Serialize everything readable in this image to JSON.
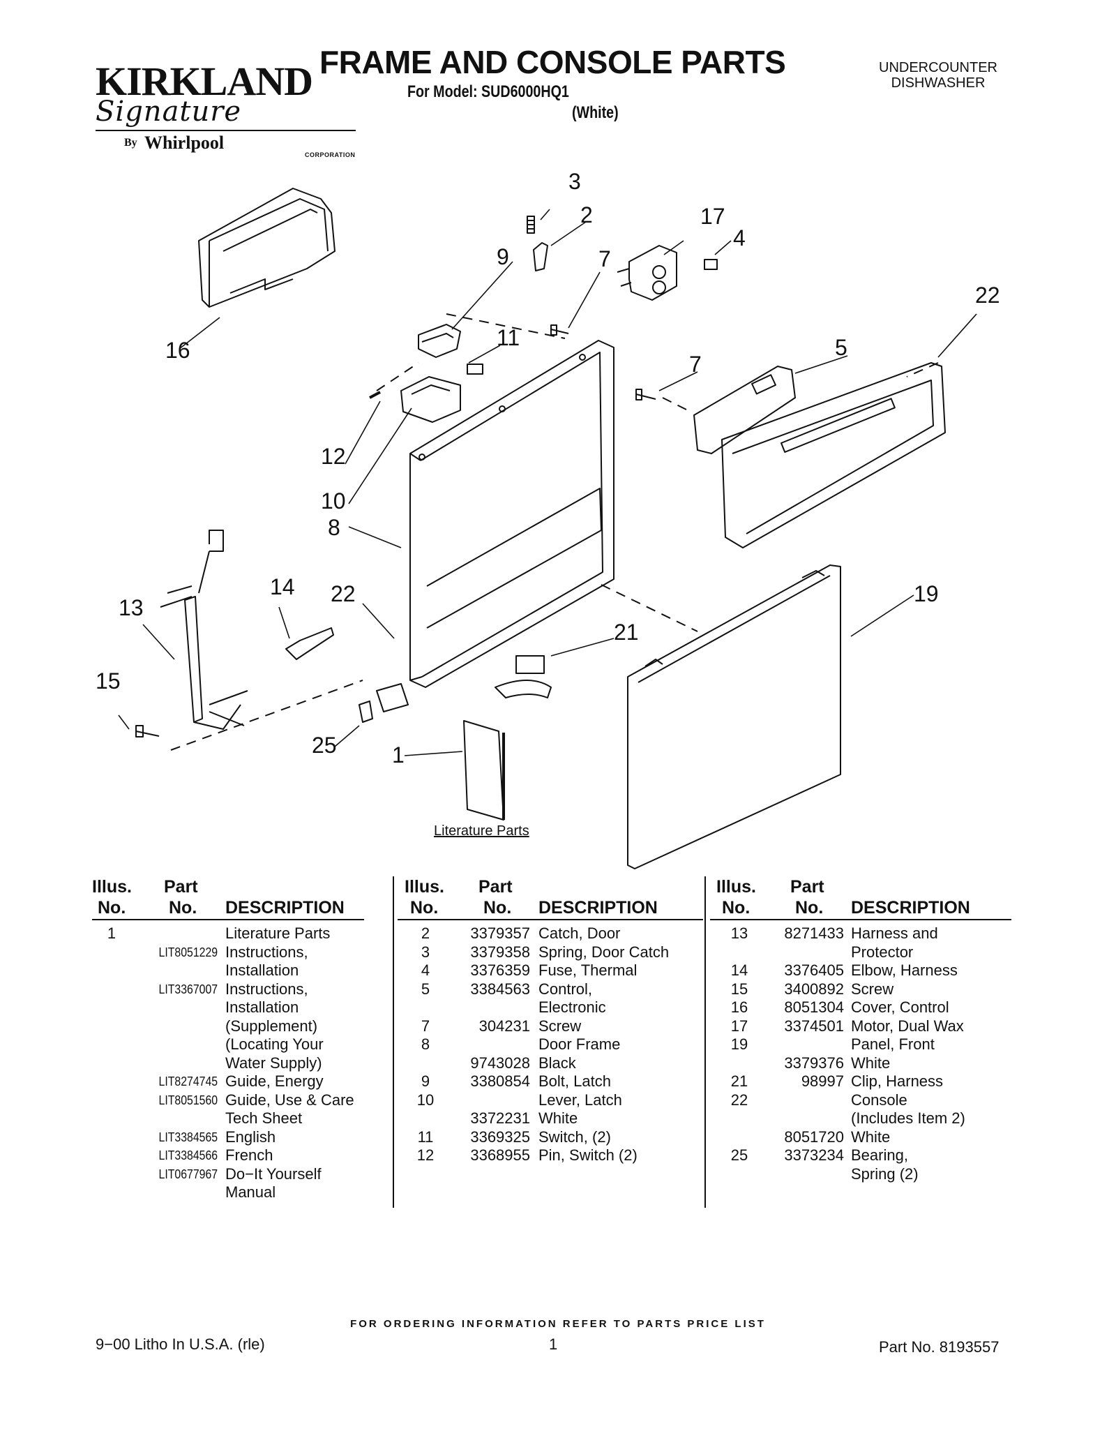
{
  "header": {
    "brand": "KIRKLAND",
    "brand_script": "Signature",
    "by": "By",
    "maker": "Whirlpool",
    "maker_suffix": "CORPORATION",
    "title": "FRAME AND CONSOLE PARTS",
    "model_line": "For Model: SUD6000HQ1",
    "color_line": "(White)",
    "product_line1": "UNDERCOUNTER",
    "product_line2": "DISHWASHER"
  },
  "diagram": {
    "callouts": [
      "3",
      "2",
      "17",
      "4",
      "9",
      "7",
      "22",
      "16",
      "11",
      "5",
      "7",
      "12",
      "10",
      "8",
      "14",
      "22",
      "13",
      "19",
      "21",
      "15",
      "25",
      "1"
    ],
    "literature_label": "Literature Parts"
  },
  "table": {
    "headers": {
      "illus_line1": "Illus.",
      "illus_line2": "No.",
      "part_line1": "Part",
      "part_line2": "No.",
      "description": "DESCRIPTION"
    },
    "columns": [
      [
        {
          "illus": "1",
          "part": "",
          "desc": "Literature Parts"
        },
        {
          "illus": "",
          "part": "LIT8051229",
          "desc": "Instructions,"
        },
        {
          "illus": "",
          "part": "",
          "desc": "Installation"
        },
        {
          "illus": "",
          "part": "LIT3367007",
          "desc": "Instructions,"
        },
        {
          "illus": "",
          "part": "",
          "desc": "Installation"
        },
        {
          "illus": "",
          "part": "",
          "desc": "(Supplement)"
        },
        {
          "illus": "",
          "part": "",
          "desc": "(Locating Your"
        },
        {
          "illus": "",
          "part": "",
          "desc": "Water Supply)"
        },
        {
          "illus": "",
          "part": "LIT8274745",
          "desc": "Guide, Energy"
        },
        {
          "illus": "",
          "part": "LIT8051560",
          "desc": "Guide, Use & Care"
        },
        {
          "illus": "",
          "part": "",
          "desc": "Tech Sheet"
        },
        {
          "illus": "",
          "part": "LIT3384565",
          "desc": "English"
        },
        {
          "illus": "",
          "part": "LIT3384566",
          "desc": "French"
        },
        {
          "illus": "",
          "part": "LIT0677967",
          "desc": "Do−It Yourself"
        },
        {
          "illus": "",
          "part": "",
          "desc": "Manual"
        }
      ],
      [
        {
          "illus": "2",
          "part": "3379357",
          "desc": "Catch, Door"
        },
        {
          "illus": "3",
          "part": "3379358",
          "desc": "Spring, Door Catch"
        },
        {
          "illus": "4",
          "part": "3376359",
          "desc": "Fuse, Thermal"
        },
        {
          "illus": "5",
          "part": "3384563",
          "desc": "Control,"
        },
        {
          "illus": "",
          "part": "",
          "desc": "Electronic"
        },
        {
          "illus": "7",
          "part": "304231",
          "desc": "Screw"
        },
        {
          "illus": "8",
          "part": "",
          "desc": "Door Frame"
        },
        {
          "illus": "",
          "part": "9743028",
          "desc": "Black"
        },
        {
          "illus": "9",
          "part": "3380854",
          "desc": "Bolt, Latch"
        },
        {
          "illus": "10",
          "part": "",
          "desc": "Lever, Latch"
        },
        {
          "illus": "",
          "part": "3372231",
          "desc": "White"
        },
        {
          "illus": "11",
          "part": "3369325",
          "desc": "Switch, (2)"
        },
        {
          "illus": "12",
          "part": "3368955",
          "desc": "Pin, Switch (2)"
        }
      ],
      [
        {
          "illus": "13",
          "part": "8271433",
          "desc": "Harness and"
        },
        {
          "illus": "",
          "part": "",
          "desc": "Protector"
        },
        {
          "illus": "14",
          "part": "3376405",
          "desc": "Elbow, Harness"
        },
        {
          "illus": "15",
          "part": "3400892",
          "desc": "Screw"
        },
        {
          "illus": "16",
          "part": "8051304",
          "desc": "Cover, Control"
        },
        {
          "illus": "17",
          "part": "3374501",
          "desc": "Motor, Dual Wax"
        },
        {
          "illus": "19",
          "part": "",
          "desc": "Panel, Front"
        },
        {
          "illus": "",
          "part": "3379376",
          "desc": "White"
        },
        {
          "illus": "21",
          "part": "98997",
          "desc": "Clip, Harness"
        },
        {
          "illus": "22",
          "part": "",
          "desc": "Console"
        },
        {
          "illus": "",
          "part": "",
          "desc": "(Includes Item 2)"
        },
        {
          "illus": "",
          "part": "8051720",
          "desc": "White"
        },
        {
          "illus": "25",
          "part": "3373234",
          "desc": "Bearing,"
        },
        {
          "illus": "",
          "part": "",
          "desc": "Spring (2)"
        }
      ]
    ]
  },
  "footer": {
    "ordering": "FOR ORDERING INFORMATION REFER TO PARTS PRICE LIST",
    "litho": "9−00 Litho In U.S.A. (rle)",
    "page": "1",
    "part_no": "Part No. 8193557"
  }
}
